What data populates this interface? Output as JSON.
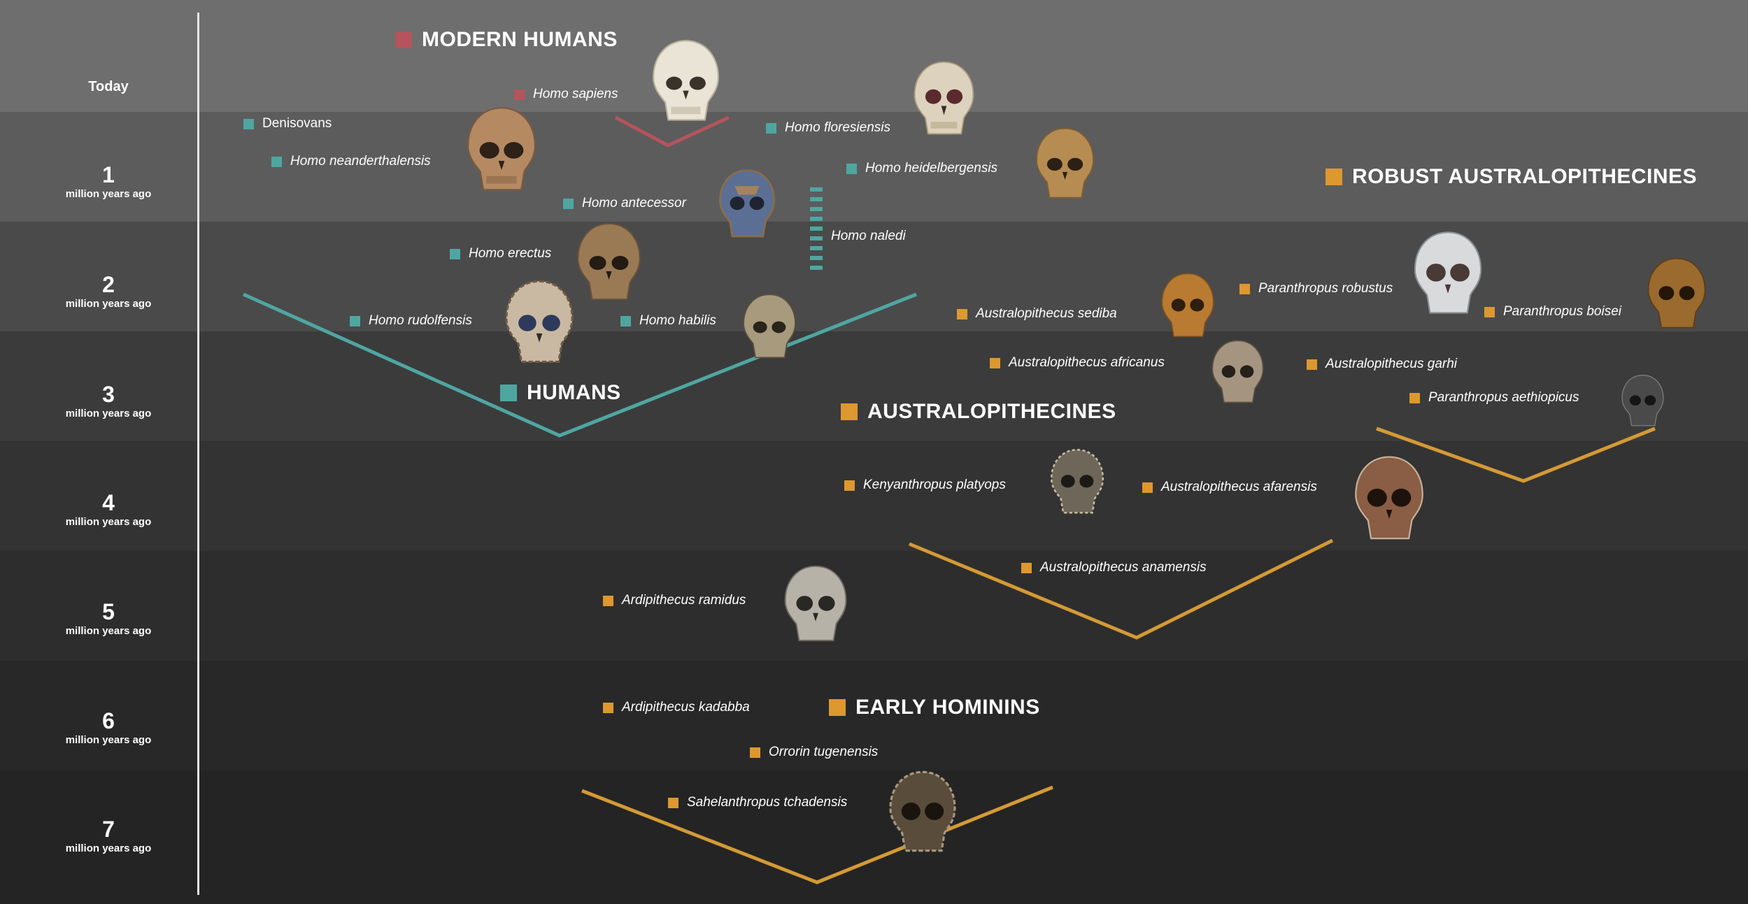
{
  "colors": {
    "modern": "#b5545c",
    "humans": "#4fa6a1",
    "australopithecines": "#dd982f",
    "line_humans": "#4fa6a1",
    "line_modern": "#b5545c",
    "line_austral": "#d49a35",
    "axis": "#e6e6e6"
  },
  "timeline": {
    "today_label": "Today",
    "unit_label": "million years ago",
    "ticks": [
      "1",
      "2",
      "3",
      "4",
      "5",
      "6",
      "7"
    ]
  },
  "groups": {
    "modern_humans": "MODERN HUMANS",
    "humans": "HUMANS",
    "australopithecines": "AUSTRALOPITHECINES",
    "robust_australopithecines": "ROBUST AUSTRALOPITHECINES",
    "early_hominins": "EARLY HOMININS"
  },
  "species": {
    "homo_sapiens": "Homo sapiens",
    "denisovans": "Denisovans",
    "homo_neanderthalensis": "Homo neanderthalensis",
    "homo_floresiensis": "Homo floresiensis",
    "homo_heidelbergensis": "Homo heidelbergensis",
    "homo_antecessor": "Homo antecessor",
    "homo_naledi": "Homo naledi",
    "homo_erectus": "Homo erectus",
    "homo_rudolfensis": "Homo rudolfensis",
    "homo_habilis": "Homo habilis",
    "australopithecus_sediba": "Australopithecus sediba",
    "paranthropus_robustus": "Paranthropus robustus",
    "paranthropus_boisei": "Paranthropus boisei",
    "australopithecus_africanus": "Australopithecus africanus",
    "australopithecus_garhi": "Australopithecus garhi",
    "paranthropus_aethiopicus": "Paranthropus aethiopicus",
    "kenyanthropus_platyops": "Kenyanthropus platyops",
    "australopithecus_afarensis": "Australopithecus afarensis",
    "australopithecus_anamensis": "Australopithecus anamensis",
    "ardipithecus_ramidus": "Ardipithecus ramidus",
    "ardipithecus_kadabba": "Ardipithecus kadabba",
    "orrorin_tugenensis": "Orrorin tugenensis",
    "sahelanthropus_tchadensis": "Sahelanthropus tchadensis"
  },
  "skull_icons": [
    "skull-icon"
  ]
}
